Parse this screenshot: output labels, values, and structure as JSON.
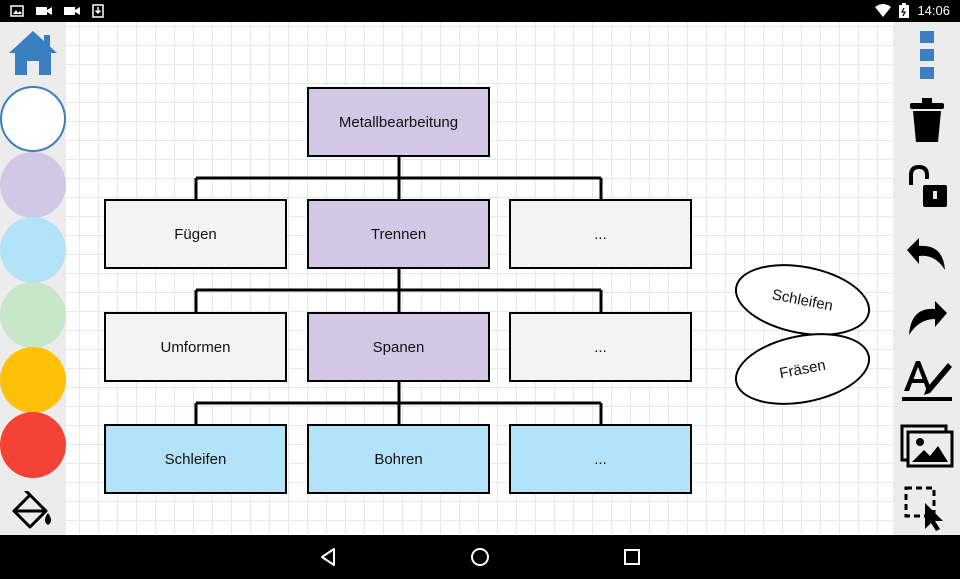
{
  "status_bar": {
    "time": "14:06"
  },
  "colors": {
    "white": "#ffffff",
    "lavender": "#d2c8e6",
    "light_blue": "#b3e3f8",
    "light_green": "#c8e6c9",
    "amber": "#ffc107",
    "red": "#f44336",
    "brand_blue": "#3a7fc0"
  },
  "left_toolbar": {
    "icons": [
      "home-icon",
      "paint-bucket-icon"
    ],
    "swatches": [
      "white",
      "lavender",
      "light-blue",
      "light-green",
      "amber",
      "red"
    ],
    "selected_swatch": "white"
  },
  "right_toolbar": {
    "icons": [
      "overflow-menu-icon",
      "trash-icon",
      "unlock-icon",
      "undo-icon",
      "redo-icon",
      "text-edit-icon",
      "images-icon",
      "select-pointer-icon"
    ]
  },
  "diagram": {
    "root": "Metallbearbeitung",
    "level1": [
      "Fügen",
      "Trennen",
      "..."
    ],
    "level2": [
      "Umformen",
      "Spanen",
      "..."
    ],
    "level3": [
      "Schleifen",
      "Bohren",
      "..."
    ],
    "floating": [
      "Schleifen",
      "Fräsen"
    ]
  }
}
